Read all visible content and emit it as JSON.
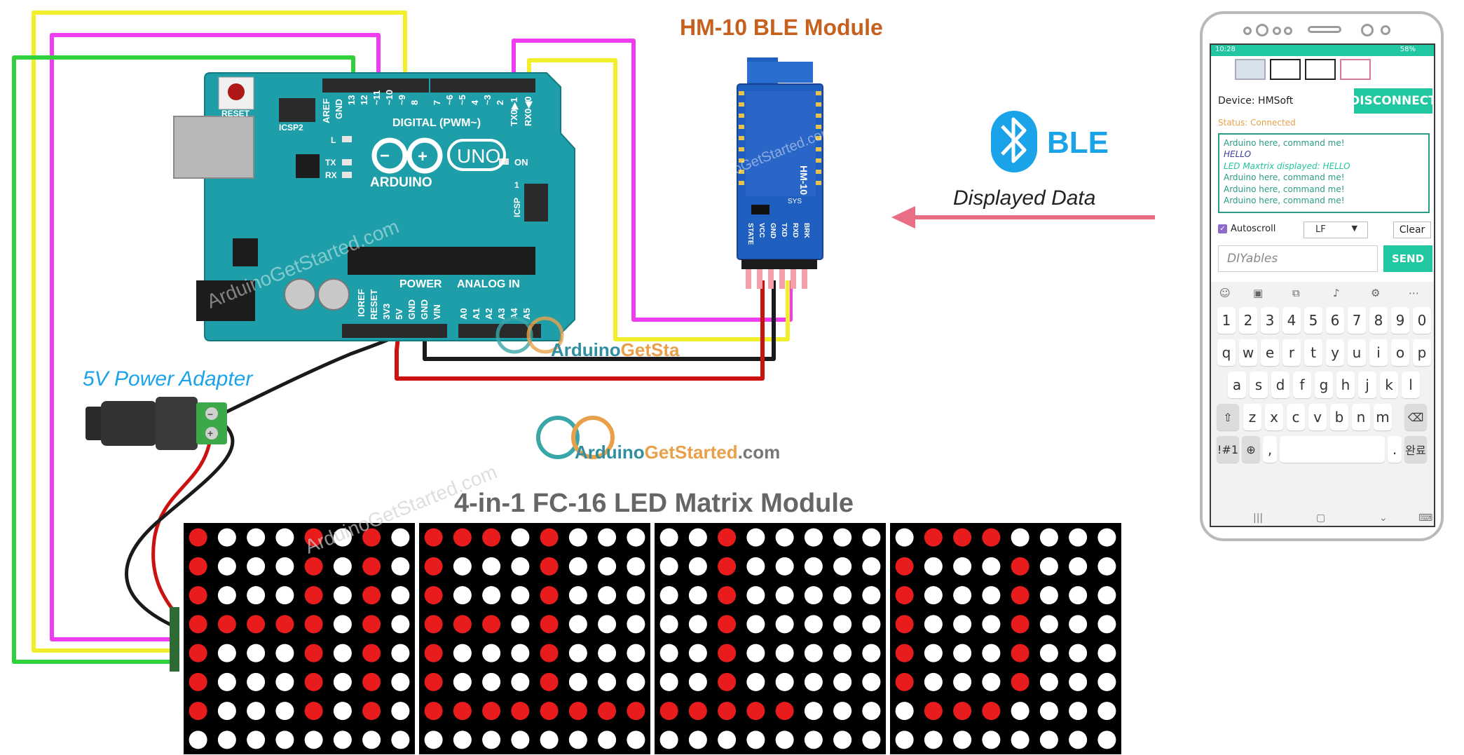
{
  "labels": {
    "hm10_title": "HM-10 BLE Module",
    "ble_text": "BLE",
    "displayed_data": "Displayed Data",
    "power_adapter": "5V Power Adapter",
    "matrix_title": "4-in-1 FC-16 LED Matrix Module",
    "watermark": "ArduinoGetStarted.com",
    "logo_text_a": "Arduino",
    "logo_text_b": "GetStarted",
    "logo_text_c": ".com",
    "logo_small_a": "Arduino",
    "logo_small_b": "GetSta"
  },
  "arduino": {
    "reset": "RESET",
    "icsp2": "ICSP2",
    "aref": "AREF",
    "gnd": "GND",
    "pin13": "13",
    "pin12": "12",
    "pin11": "~11",
    "pin10": "~10",
    "pin9": "~9",
    "pin8": "8",
    "pin7": "7",
    "pin6": "~6",
    "pin5": "~5",
    "pin4": "4",
    "pin3": "~3",
    "pin2": "2",
    "tx1": "TX0▶1",
    "rx0": "RX0◀0",
    "digital": "DIGITAL (PWM~)",
    "l": "L",
    "tx": "TX",
    "rx": "RX",
    "uno": "UNO",
    "brand": "ARDUINO",
    "on": "ON",
    "icsp": "ICSP",
    "icsp_1": "1",
    "power": "POWER",
    "analog_in": "ANALOG IN",
    "ioref": "IOREF",
    "reset_pin": "RESET",
    "v33": "3V3",
    "v5": "5V",
    "gnd1": "GND",
    "gnd2": "GND",
    "vin": "VIN",
    "a0": "A0",
    "a1": "A1",
    "a2": "A2",
    "a3": "A3",
    "a4": "A4",
    "a5": "A5"
  },
  "hm10": {
    "model": "HM-10",
    "sys": "SYS",
    "pins": [
      "STATE",
      "VCC",
      "GND",
      "TXD",
      "RXD",
      "BRK"
    ]
  },
  "phone": {
    "time": "10:28",
    "battery": "58%",
    "device_label": "Device: HMSoft",
    "disconnect": "DISCONNECT",
    "status": "Status: Connected",
    "log": [
      {
        "text": "Arduino here, command me!",
        "kind": "normal"
      },
      {
        "text": "HELLO",
        "kind": "hello"
      },
      {
        "text": "LED Maxtrix displayed: HELLO",
        "kind": "matrix"
      },
      {
        "text": "Arduino here, command me!",
        "kind": "normal"
      },
      {
        "text": "Arduino here, command me!",
        "kind": "normal"
      },
      {
        "text": "Arduino here, command me!",
        "kind": "normal"
      }
    ],
    "autoscroll": "Autoscroll",
    "line_ending": "LF",
    "clear": "Clear",
    "input_placeholder": "DIYables",
    "send": "SEND",
    "kb_rows": [
      [
        "1",
        "2",
        "3",
        "4",
        "5",
        "6",
        "7",
        "8",
        "9",
        "0"
      ],
      [
        "q",
        "w",
        "e",
        "r",
        "t",
        "y",
        "u",
        "i",
        "o",
        "p"
      ],
      [
        "a",
        "s",
        "d",
        "f",
        "g",
        "h",
        "j",
        "k",
        "l"
      ],
      [
        "z",
        "x",
        "c",
        "v",
        "b",
        "n",
        "m"
      ]
    ],
    "kb_special": "!#1",
    "kb_comma": ",",
    "kb_period": ".",
    "kb_enter": "완료"
  },
  "colors": {
    "arduino_board": "#1e9ea8",
    "hm10_board": "#1f5fbf",
    "wire_yellow": "#f2ef2a",
    "wire_magenta": "#f03cf0",
    "wire_green": "#2fd13a",
    "wire_red": "#cc1111",
    "wire_black": "#1a1a1a",
    "led_on": "#e81c1c",
    "led_off": "#ffffff",
    "matrix_bg": "#000000",
    "title_orange": "#c6601e",
    "ble_blue": "#1aa3e8",
    "arrow_pink": "#ea6d86",
    "phone_teal": "#21c7a0"
  },
  "matrix_rows": [
    "10001010|11101000|00100000|01110000",
    "10001010|10001000|00100000|10001000",
    "10001010|10001000|00100000|10001000",
    "11111010|11101000|00100000|10001000",
    "10001010|10001000|00100000|10001000",
    "10001010|10001000|00100000|10001000",
    "10001010|11111111|11111000|01110000",
    "00000000|00000000|00000000|00000000"
  ]
}
